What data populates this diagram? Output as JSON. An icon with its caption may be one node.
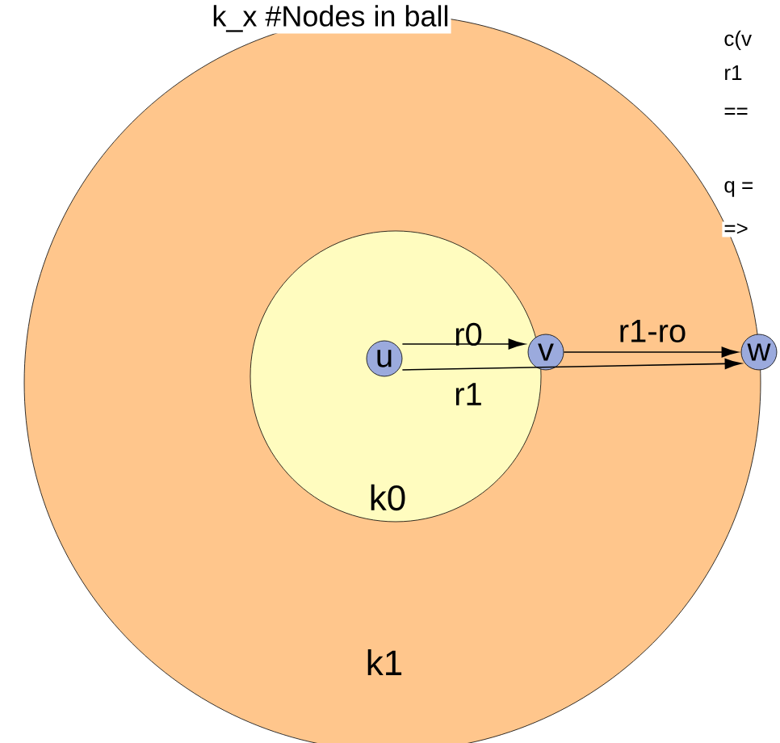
{
  "diagram": {
    "title": "k_x #Nodes in ball",
    "nodes": [
      {
        "text": [
          "k1"
        ]
      },
      {
        "text": [
          "k0"
        ],
        "in": 0
      },
      {
        "text": [
          "u"
        ],
        "in": 1
      },
      {
        "text": [
          "v"
        ],
        "in": 0
      },
      {
        "text": [
          "w"
        ]
      }
    ],
    "edges": [
      {
        "from": 2,
        "to": 3,
        "arrow": "to",
        "label": "r0"
      },
      {
        "from": 3,
        "to": 4,
        "arrow": "to",
        "label": "r1-ro"
      },
      {
        "from": 2,
        "to": 4,
        "arrow": "to",
        "label": "r1"
      }
    ],
    "labels": [
      "c(v",
      "r1",
      "==",
      "q =",
      "=>"
    ]
  }
}
